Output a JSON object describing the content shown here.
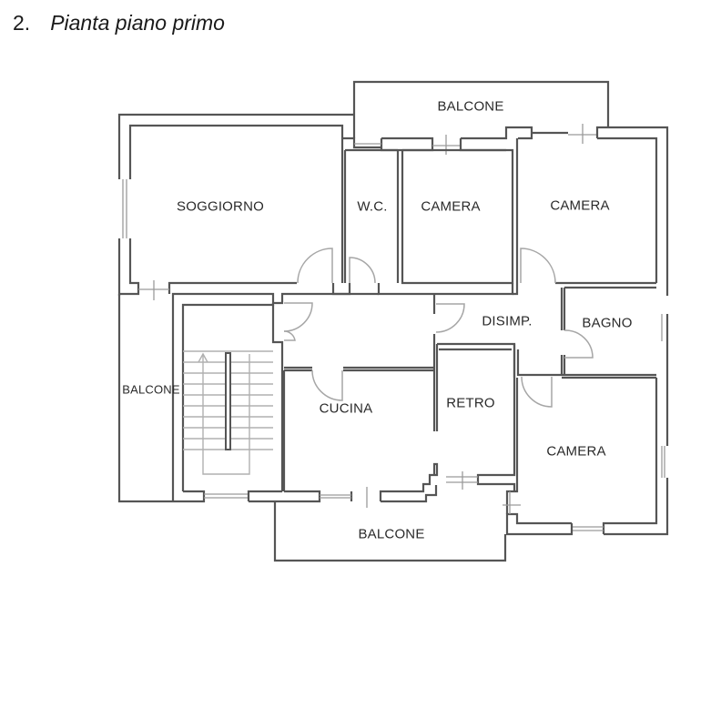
{
  "heading": {
    "number": "2.",
    "title": "Pianta piano primo"
  },
  "floor_plan": {
    "stroke_color": "#555555",
    "secondary_color": "#a6a6a6",
    "rooms": [
      {
        "id": "soggiorno",
        "label": "SOGGIORNO"
      },
      {
        "id": "wc",
        "label": "W.C."
      },
      {
        "id": "camera-1",
        "label": "CAMERA"
      },
      {
        "id": "camera-2",
        "label": "CAMERA"
      },
      {
        "id": "balcone-nord",
        "label": "BALCONE"
      },
      {
        "id": "balcone-ovest",
        "label": "BALCONE"
      },
      {
        "id": "disimpegno",
        "label": "DISIMP."
      },
      {
        "id": "bagno",
        "label": "BAGNO"
      },
      {
        "id": "cucina",
        "label": "CUCINA"
      },
      {
        "id": "retro",
        "label": "RETRO"
      },
      {
        "id": "camera-3",
        "label": "CAMERA"
      },
      {
        "id": "balcone-sud",
        "label": "BALCONE"
      }
    ]
  }
}
